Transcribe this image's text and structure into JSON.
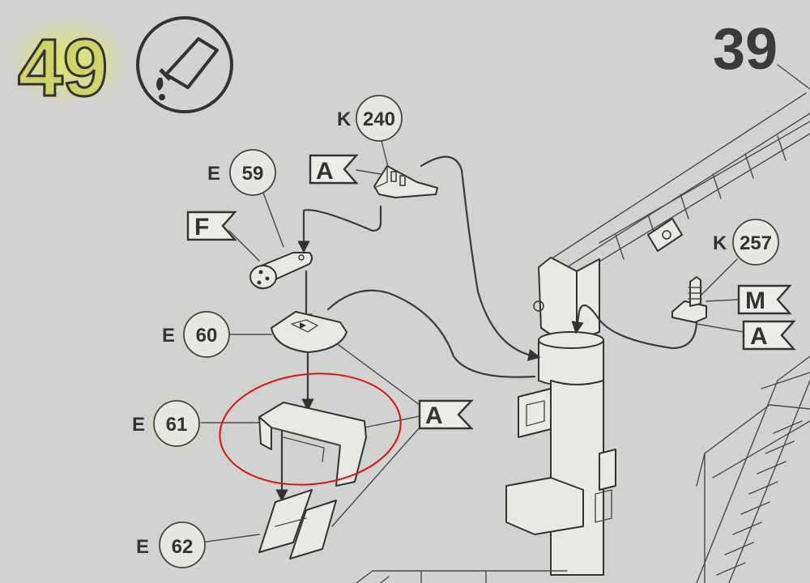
{
  "step": {
    "number": "49",
    "page_number": "39",
    "glue_icon": "glue-tube-icon"
  },
  "parts": [
    {
      "id": "k240",
      "sprue": "K",
      "number": "240"
    },
    {
      "id": "e59",
      "sprue": "E",
      "number": "59"
    },
    {
      "id": "e60",
      "sprue": "E",
      "number": "60"
    },
    {
      "id": "e61",
      "sprue": "E",
      "number": "61"
    },
    {
      "id": "e62",
      "sprue": "E",
      "number": "62"
    },
    {
      "id": "k257",
      "sprue": "K",
      "number": "257"
    }
  ],
  "flags": [
    {
      "id": "a1",
      "letter": "A"
    },
    {
      "id": "f",
      "letter": "F"
    },
    {
      "id": "a2",
      "letter": "A"
    },
    {
      "id": "m",
      "letter": "M"
    },
    {
      "id": "a3",
      "letter": "A"
    }
  ],
  "colors": {
    "highlight": "#d4e040",
    "marking": "#e01010",
    "paper": "#cfd0cc",
    "ink": "#333333"
  }
}
